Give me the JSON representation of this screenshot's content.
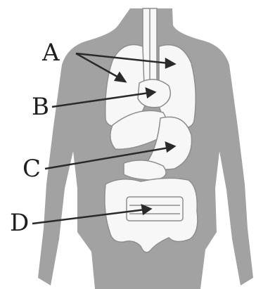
{
  "labels": {
    "a": "A",
    "b": "B",
    "c": "C",
    "d": "D"
  },
  "colors": {
    "body": "#a2a2a2",
    "organ_fill": "#f7f7f7",
    "organ_stroke": "#8e8e8e",
    "pointer": "#2a2a2a",
    "background": "#ffffff"
  }
}
